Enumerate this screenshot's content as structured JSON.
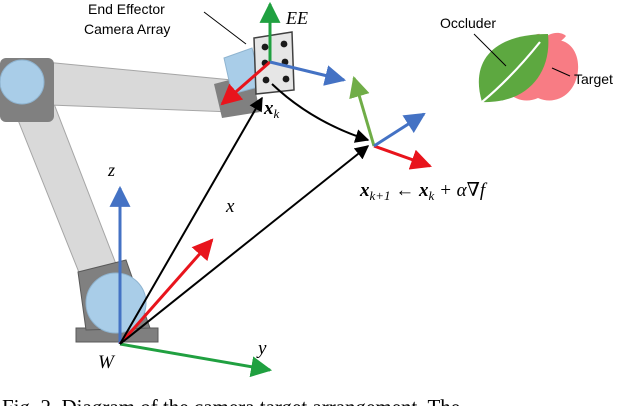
{
  "labels": {
    "end_effector_line1": "End Effector",
    "end_effector_line2": "Camera Array",
    "ee": "EE",
    "x_k": "x",
    "x_k_sub": "k",
    "update_lhs": "x",
    "update_lhs_sub": "k+1",
    "update_arrow": " ← ",
    "update_rhs": "x",
    "update_rhs_sub": "k",
    "update_tail": " + α∇f",
    "z": "z",
    "x": "x",
    "y": "y",
    "w": "W",
    "occluder": "Occluder",
    "target": "Target",
    "caption": "Fig. 2. Diagram of the camera target arrangement. The"
  },
  "colors": {
    "axis_x": "#e8141c",
    "axis_y": "#20a040",
    "axis_y_light": "#70ad47",
    "axis_z": "#4472c4",
    "leaf": "#5da840",
    "apple": "#f87c84",
    "arm": "#d9d9d9",
    "arm_edge": "#a6a6a6",
    "joint": "#7f7f7f",
    "joint_cap": "#a9cde8"
  }
}
